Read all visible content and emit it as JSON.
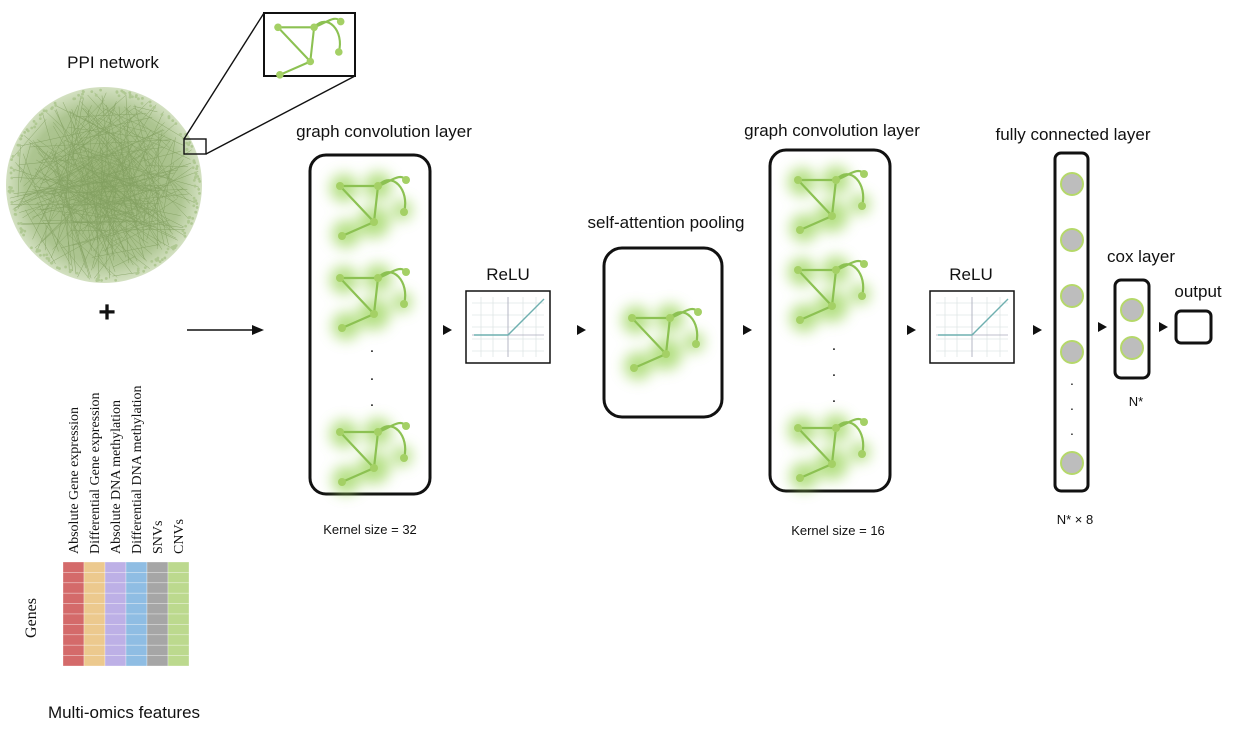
{
  "diagram": {
    "ppi_label": "PPI network",
    "plus": "+",
    "features_title": "Multi-omics features",
    "genes_label": "Genes",
    "feature_columns": [
      {
        "name": "Absolute Gene expression",
        "color": "#d46a6a"
      },
      {
        "name": "Differential Gene expression",
        "color": "#ecc98e"
      },
      {
        "name": "Absolute DNA methylation",
        "color": "#bdb0e6"
      },
      {
        "name": "Differential DNA methylation",
        "color": "#8fbde3"
      },
      {
        "name": "SNVs",
        "color": "#a6a6a6"
      },
      {
        "name": "CNVs",
        "color": "#bcd98e"
      }
    ],
    "gcn1": {
      "title": "graph convolution layer",
      "kernel": "Kernel size = 32"
    },
    "relu1": {
      "title": "ReLU"
    },
    "pool": {
      "title": "self-attention pooling"
    },
    "gcn2": {
      "title": "graph convolution layer",
      "kernel": "Kernel size = 16"
    },
    "relu2": {
      "title": "ReLU"
    },
    "fc": {
      "title": "fully connected layer",
      "size": "N* × 8"
    },
    "cox": {
      "title": "cox layer",
      "size": "N*"
    },
    "output": {
      "title": "output"
    },
    "ellipsis": "."
  },
  "colors": {
    "graph_green": "#8cc152",
    "node_grey": "#bdbdbd",
    "node_outline": "#b5d86a",
    "network": "#9cb87a"
  }
}
